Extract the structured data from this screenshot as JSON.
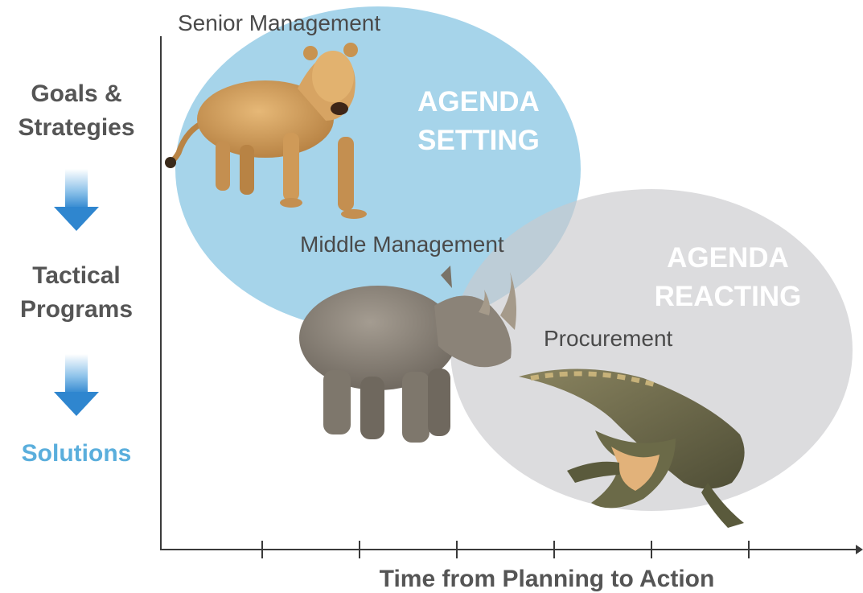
{
  "y_axis_levels": {
    "level1": "Goals &\nStrategies",
    "level2": "Tactical\nPrograms",
    "level3": "Solutions"
  },
  "zones": {
    "setting": "AGENDA\nSETTING",
    "reacting": "AGENDA\nREACTING"
  },
  "roles": {
    "senior": "Senior Management",
    "middle": "Middle Management",
    "procurement": "Procurement"
  },
  "x_axis_title": "Time from Planning to Action",
  "animals": {
    "senior": "lioness-image",
    "middle": "rhinoceros-image",
    "procurement": "crocodile-image"
  },
  "colors": {
    "setting_ellipse": "#a6d4ea",
    "reacting_ellipse": "#d9dadc",
    "arrow": "#3b8fd1",
    "solutions_text": "#5aaedc",
    "label_text": "#555555"
  }
}
